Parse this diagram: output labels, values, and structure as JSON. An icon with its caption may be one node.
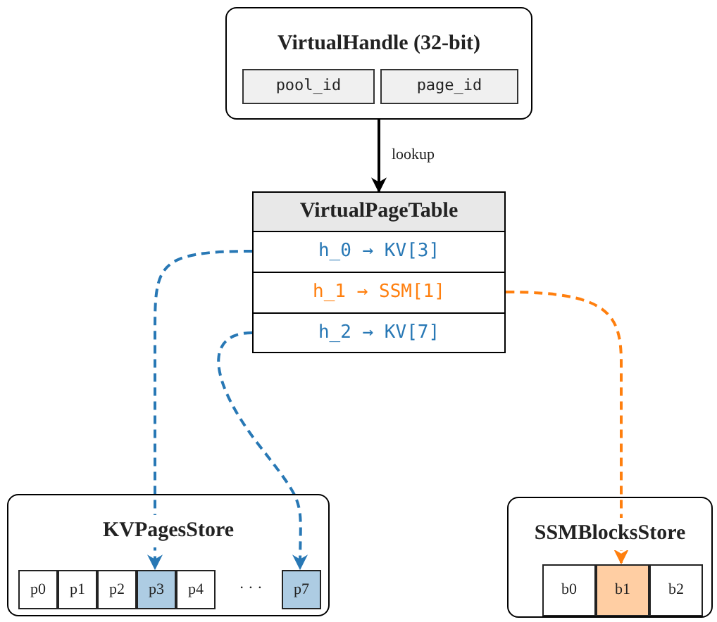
{
  "diagram": {
    "nodes": [
      {
        "text": [
          "VirtualHandle (32-bit)"
        ]
      },
      {
        "text": [
          "pool_id"
        ],
        "in": 0
      },
      {
        "text": [
          "page_id"
        ],
        "in": 0
      },
      {
        "text": [
          "VirtualPageTable"
        ]
      },
      {
        "text": [
          "h_0 → KV[3]"
        ],
        "in": 3
      },
      {
        "text": [
          "h_1 → SSM[1]"
        ],
        "in": 3
      },
      {
        "text": [
          "h_2 → KV[7]"
        ],
        "in": 3
      },
      {
        "text": [
          "KVPagesStore"
        ]
      },
      {
        "text": [
          "p0"
        ],
        "in": 7
      },
      {
        "text": [
          "p1"
        ],
        "in": 7
      },
      {
        "text": [
          "p2"
        ],
        "in": 7
      },
      {
        "text": [
          "p3"
        ],
        "in": 7
      },
      {
        "text": [
          "p4"
        ],
        "in": 7
      },
      {
        "text": [
          "p7"
        ],
        "in": 7
      },
      {
        "text": [
          "SSMBlocksStore"
        ]
      },
      {
        "text": [
          "b0"
        ],
        "in": 14
      },
      {
        "text": [
          "b1"
        ],
        "in": 14
      },
      {
        "text": [
          "b2"
        ],
        "in": 14
      }
    ],
    "edges": [
      {
        "from": 0,
        "to": 3,
        "arrow": "to",
        "label": "lookup",
        "color": "#000000"
      },
      {
        "from": 4,
        "to": 11,
        "arrow": "to",
        "style": "dashed",
        "color": "#2878b5"
      },
      {
        "from": 6,
        "to": 13,
        "arrow": "to",
        "style": "dashed",
        "color": "#2878b5"
      },
      {
        "from": 5,
        "to": 16,
        "arrow": "to",
        "style": "dashed",
        "color": "#ff7f0e"
      }
    ],
    "labels": [
      "· · ·"
    ]
  }
}
